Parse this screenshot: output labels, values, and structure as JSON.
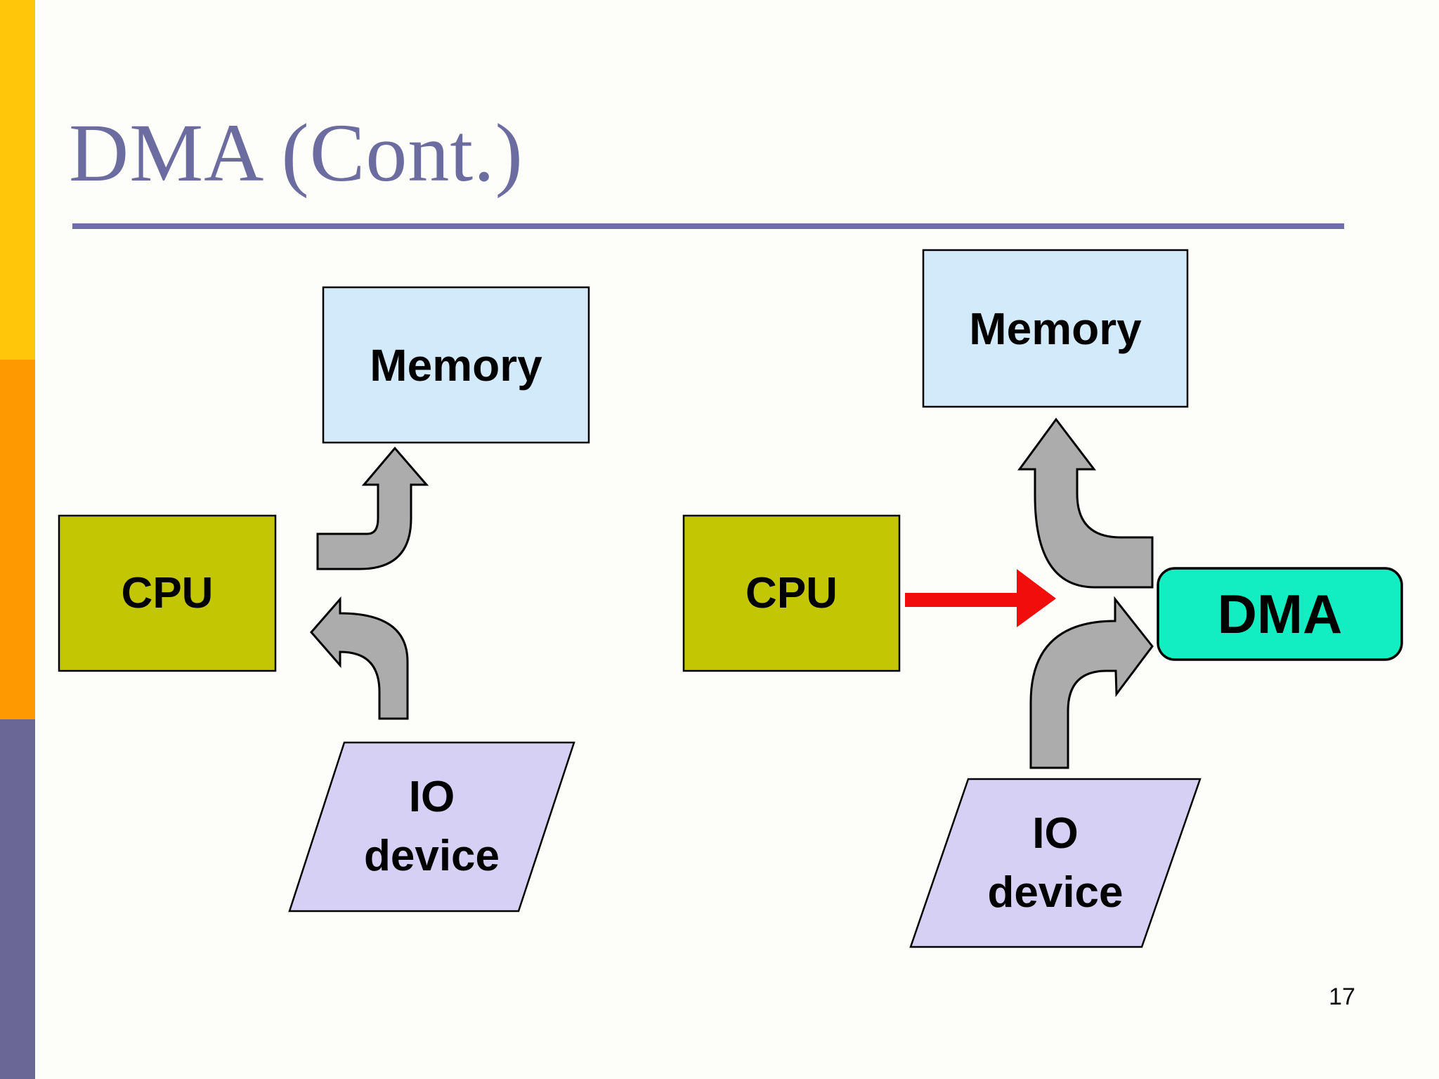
{
  "slide": {
    "title": "DMA (Cont.)",
    "page_number": "17"
  },
  "colors": {
    "background": "#FDFEFA",
    "sidebar_top": "#FFC60A",
    "sidebar_middle": "#FF9901",
    "sidebar_bottom": "#6A6796",
    "title_text": "#6C6CA0",
    "title_underline": "#6F6DA8",
    "memory_fill": "#D3EAFB",
    "cpu_fill": "#C3C703",
    "dma_fill": "#12EEC2",
    "io_fill": "#D6D1F4",
    "arrow_gray": "#ACACAC",
    "arrow_red": "#F20D0D",
    "shape_border": "#000000"
  },
  "diagram_left": {
    "memory_label": "Memory",
    "cpu_label": "CPU",
    "io_label_line1": "IO",
    "io_label_line2": "device"
  },
  "diagram_right": {
    "memory_label": "Memory",
    "cpu_label": "CPU",
    "dma_label": "DMA",
    "io_label_line1": "IO",
    "io_label_line2": "device"
  }
}
